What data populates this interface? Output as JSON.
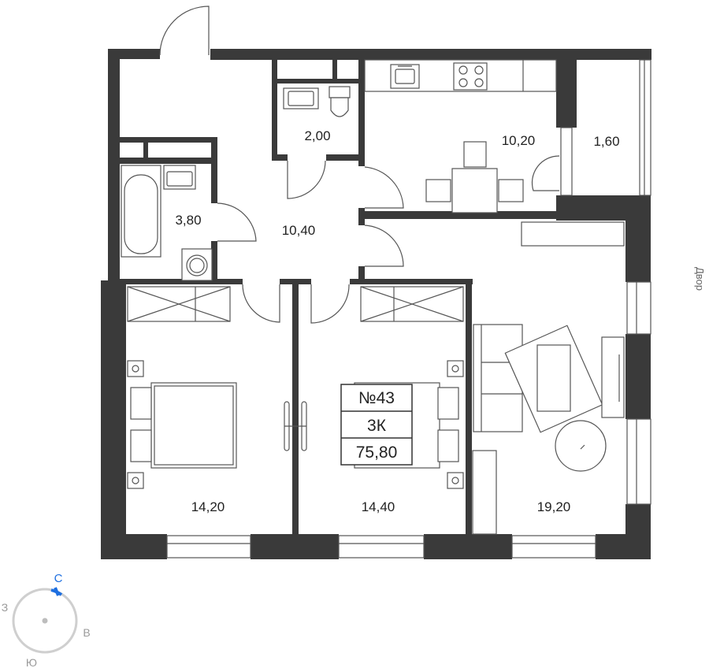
{
  "rooms": {
    "wc": "2,00",
    "kitchen": "10,20",
    "balcony": "1,60",
    "bathroom": "3,80",
    "hall": "10,40",
    "bedroom_left": "14,20",
    "bedroom_mid": "14,40",
    "living": "19,20"
  },
  "badge": {
    "number": "№43",
    "type": "3К",
    "total_area": "75,80"
  },
  "compass": {
    "north": "С",
    "east": "В",
    "south": "Ю",
    "west": "З"
  },
  "side_label": "Двор",
  "colors": {
    "wall": "#3a3a3a",
    "north_accent": "#1e6fe0"
  }
}
